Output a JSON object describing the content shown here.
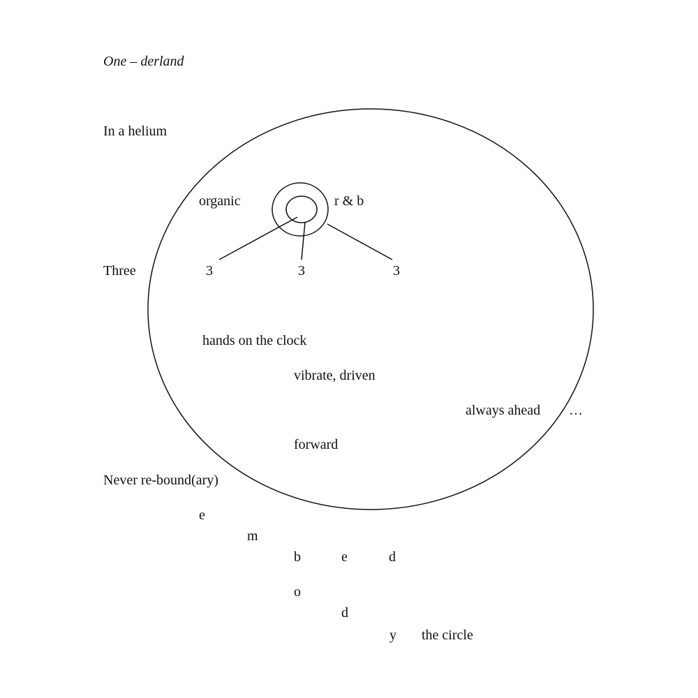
{
  "title": "One – derland",
  "lines": {
    "helium": "In a helium",
    "organic": "organic",
    "rb": "r & b",
    "three": "Three",
    "n1": "3",
    "n2": "3",
    "n3": "3",
    "hands": "hands on the clock",
    "vibrate": "vibrate, driven",
    "ahead": "always ahead",
    "ellipsis": "…",
    "forward": "forward",
    "never": "Never re-bound(ary)",
    "e1": "e",
    "m": "m",
    "b": "b",
    "e2": "e",
    "d1": "d",
    "o": "o",
    "d2": "d",
    "y": "y",
    "circle": "the circle"
  }
}
